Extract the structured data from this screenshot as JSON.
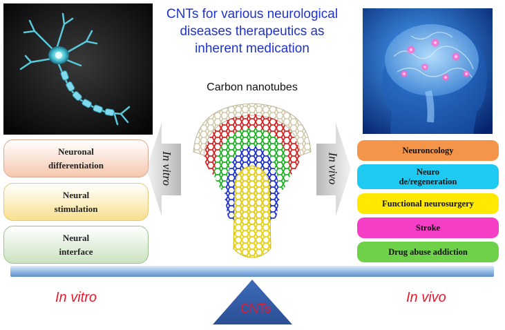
{
  "title": {
    "lines": [
      "CNTs for various neurological",
      "diseases therapeutics as",
      "inherent medication"
    ]
  },
  "center": {
    "label": "Carbon nanotubes"
  },
  "arrows": {
    "left": "In vitro",
    "right": "In vivo"
  },
  "left_boxes": [
    {
      "lines": [
        "Neuronal",
        "differentiation"
      ]
    },
    {
      "lines": [
        "Neural",
        "stimulation"
      ]
    },
    {
      "lines": [
        "Neural",
        "interface"
      ]
    }
  ],
  "right_boxes": [
    {
      "lines": [
        "Neuroncology"
      ]
    },
    {
      "lines": [
        "Neuro",
        "de/regeneration"
      ]
    },
    {
      "lines": [
        "Functional neurosurgery"
      ]
    },
    {
      "lines": [
        "Stroke"
      ]
    },
    {
      "lines": [
        "Drug abuse addiction"
      ]
    }
  ],
  "bottom": {
    "left_label": "In vitro",
    "right_label": "In vivo",
    "fulcrum_label": "CNTs"
  },
  "colors": {
    "title": "#1f33c9",
    "bottom_labels": "#e8192c",
    "right_boxes": [
      "#f5954a",
      "#1ec9f2",
      "#ffe900",
      "#f43ec6",
      "#6fd14a"
    ],
    "left_boxes": [
      "#f6c7ae",
      "#f8e08d",
      "#cbe3c0"
    ]
  }
}
